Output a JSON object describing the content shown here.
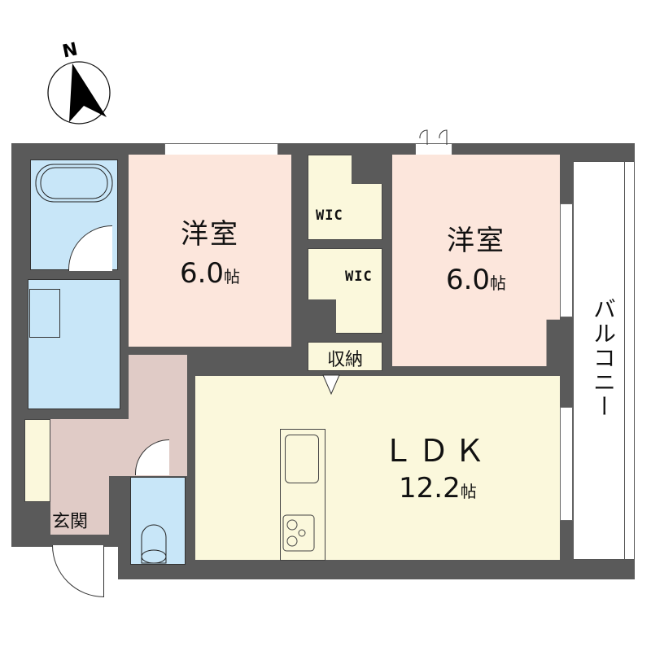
{
  "compass": {
    "label": "N"
  },
  "rooms": {
    "western_room_1": {
      "name": "洋室",
      "size": "6.0",
      "unit": "帖"
    },
    "western_room_2": {
      "name": "洋室",
      "size": "6.0",
      "unit": "帖"
    },
    "wic_1": {
      "name": "WIC"
    },
    "wic_2": {
      "name": "WIC"
    },
    "storage": {
      "name": "収納"
    },
    "ldk": {
      "name": "ＬＤＫ",
      "size": "12.2",
      "unit": "帖"
    },
    "entrance": {
      "name": "玄関"
    },
    "balcony": {
      "name": "バルコニー"
    }
  },
  "colors": {
    "wall": "#5a5a5a",
    "bedroom": "#fce6dc",
    "wet_area": "#c8e6f8",
    "ldk": "#fbf8dc",
    "hallway": "#e0cbc6"
  }
}
